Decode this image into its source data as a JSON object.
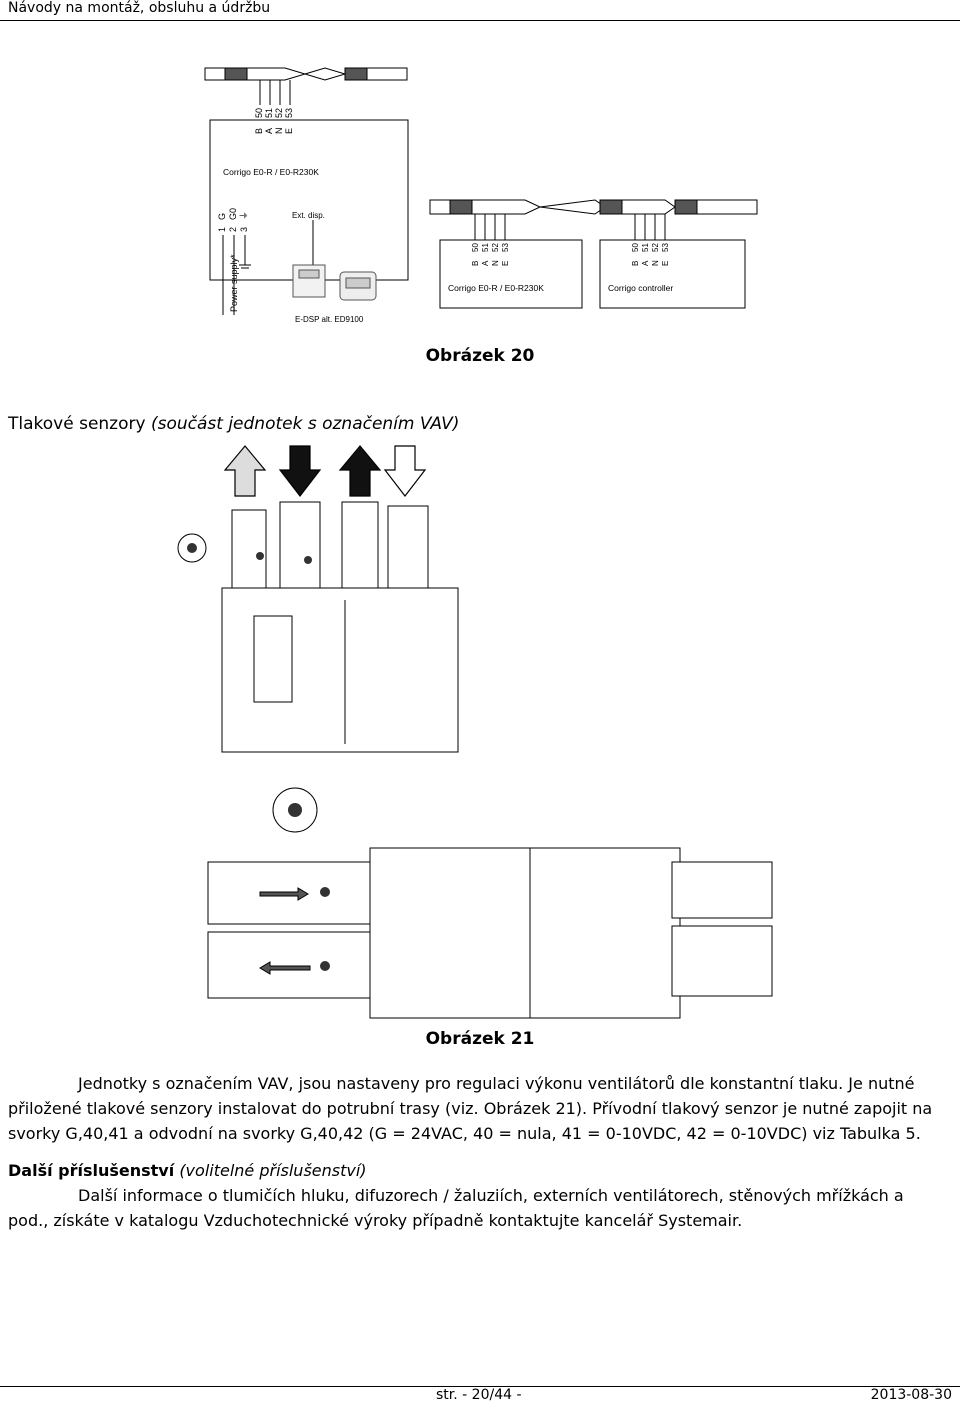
{
  "header": {
    "title": "Návody na montáž, obsluhu a údržbu"
  },
  "figure20": {
    "caption": "Obrázek 20",
    "terminals": [
      "50",
      "51",
      "52",
      "53"
    ],
    "terminal_letters": [
      "B",
      "A",
      "N",
      "E"
    ],
    "left_box_label": "Corrigo E0-R / E0-R230K",
    "power_pins": [
      "1",
      "2",
      "3"
    ],
    "power_pin_letters": [
      "G",
      "G0",
      "⏚"
    ],
    "ext_disp_label": "Ext. disp.",
    "power_supply_label": "Power supply*",
    "edsp_label": "E-DSP alt. ED9100",
    "right_box1_label": "Corrigo E0-R / E0-R230K",
    "right_box2_label": "Corrigo controller"
  },
  "section": {
    "title": "Tlakové senzory",
    "title_italic": "(součást jednotek s označením VAV)"
  },
  "figure21": {
    "caption": "Obrázek 21"
  },
  "paragraph1": {
    "indent_text": "Jednotky s označením VAV, jsou nastaveny pro regulaci výkonu ventilátorů dle konstantní tlaku. Je nutné",
    "line2": "přiložené tlakové senzory instalovat do potrubní trasy (viz. Obrázek 21). Přívodní tlakový senzor je nutné zapojit na",
    "line3": "svorky G,40,41 a odvodní na svorky G,40,42 (G = 24VAC, 40 = nula, 41 = 0-10VDC, 42 = 0-10VDC) viz Tabulka 5."
  },
  "accessories": {
    "title_bold": "Další příslušenství",
    "title_italic": "(volitelné příslušenství)",
    "line1": "Další informace o tlumičích hluku, difuzorech / žaluziích, externích ventilátorech, stěnových mřížkách a",
    "line2": "pod., získáte v katalogu Vzduchotechnické výroky případně kontaktujte kancelář Systemair."
  },
  "footer": {
    "page": "str. - 20/44 -",
    "date": "2013-08-30"
  }
}
